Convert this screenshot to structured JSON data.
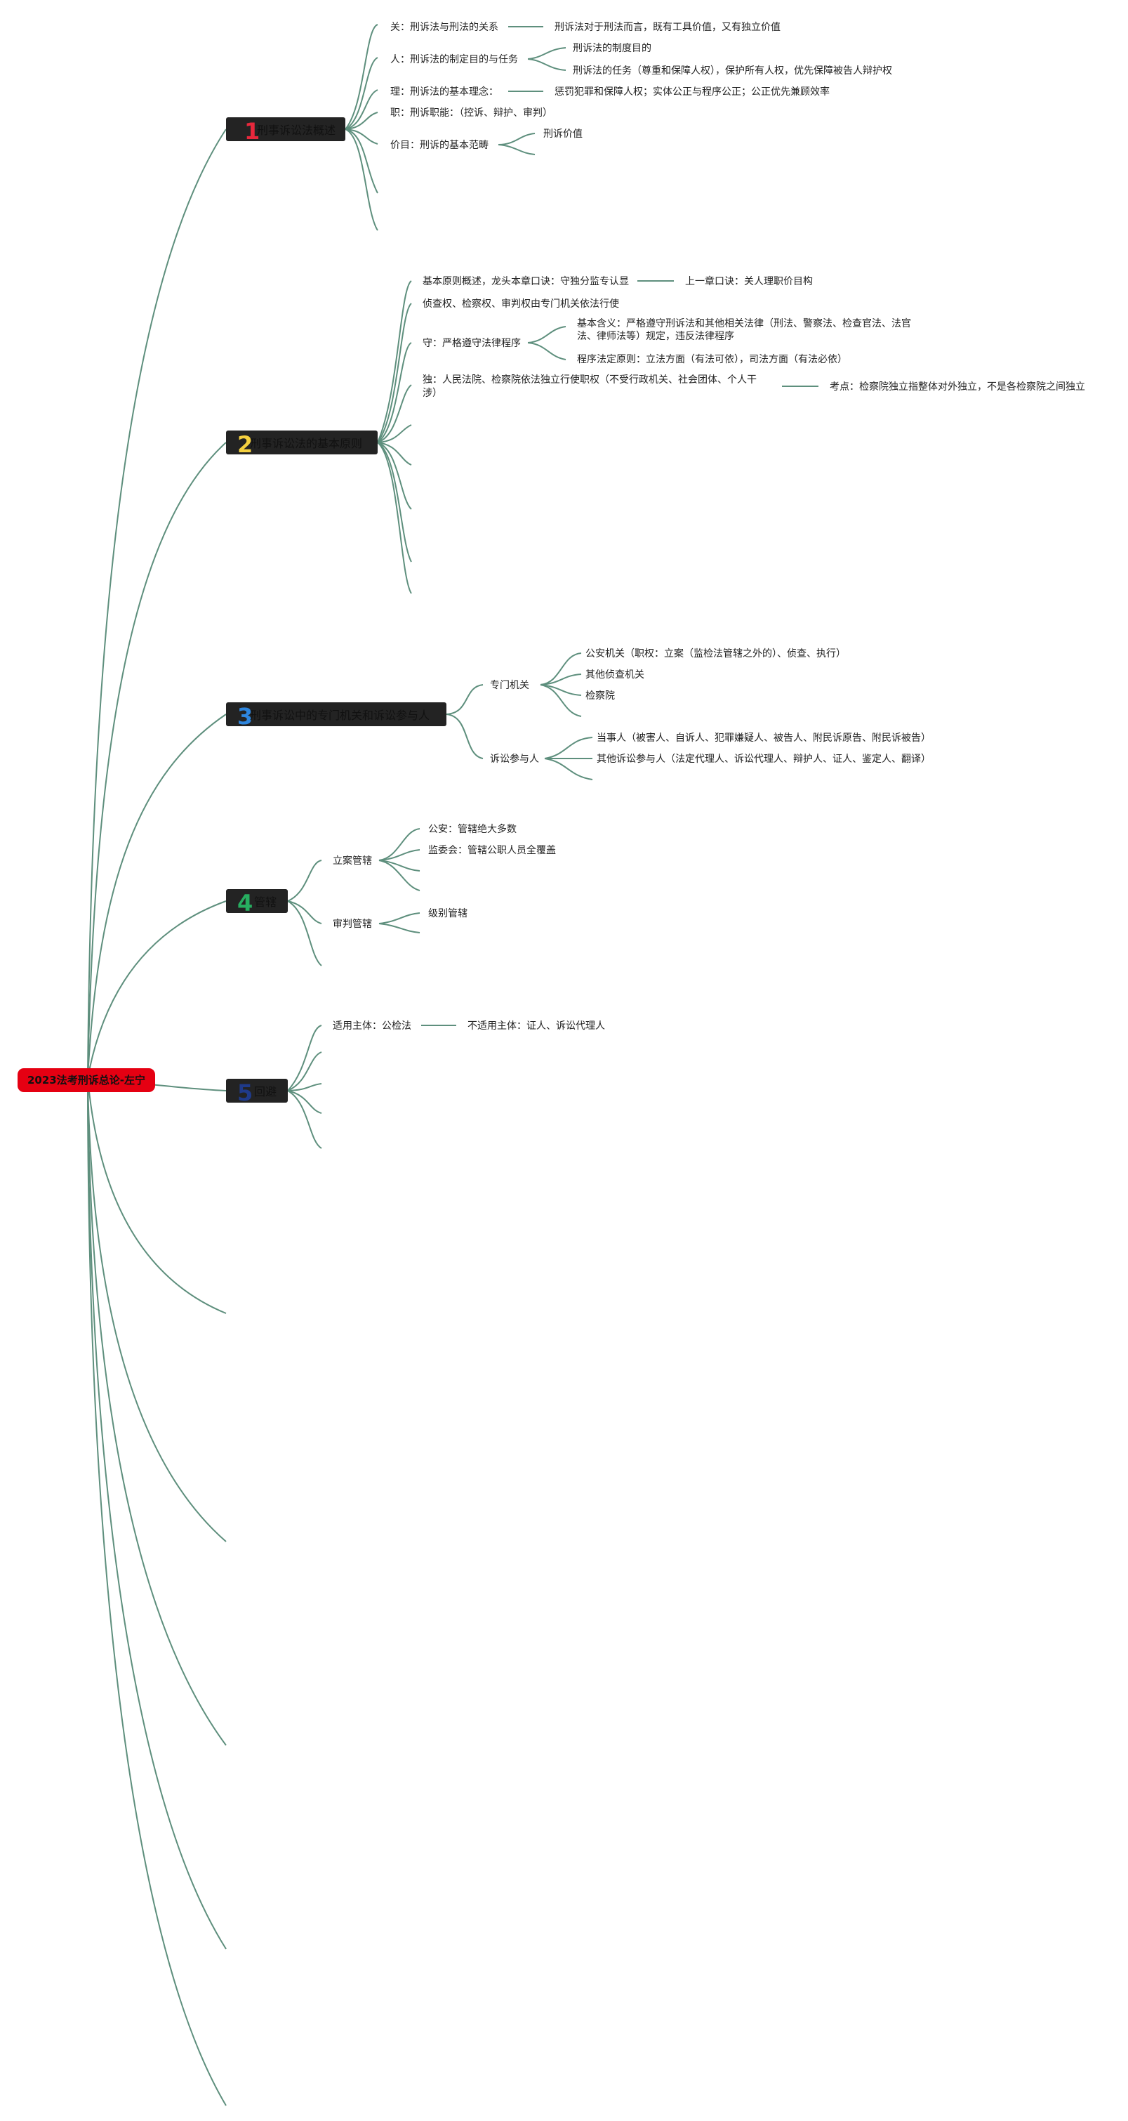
{
  "root": {
    "label": "2023法考刑诉总论-左宁",
    "color": "#e50012"
  },
  "topics": [
    {
      "num": "1",
      "num_color": "#e8283c",
      "label": "刑事诉讼法概述",
      "children": [
        {
          "label": "关：刑诉法与刑法的关系",
          "sub": [
            "刑诉法对于刑法而言，既有工具价值，又有独立价值"
          ]
        },
        {
          "label": "人：刑诉法的制定目的与任务",
          "sub": [
            "刑诉法的制度目的",
            "刑诉法的任务（尊重和保障人权），保护所有人权，优先保障被告人辩护权"
          ]
        },
        {
          "label": "理：刑诉法的基本理念：",
          "sub": [
            "惩罚犯罪和保障人权；实体公正与程序公正；公正优先兼顾效率"
          ]
        },
        {
          "label": "职：刑诉职能：（控诉、辩护、审判）",
          "sub": []
        },
        {
          "label": "价目：刑诉的基本范畴",
          "sub": [
            "刑诉价值"
          ]
        }
      ]
    },
    {
      "num": "2",
      "num_color": "#f4d03f",
      "label": "刑事诉讼法的基本原则",
      "children": [
        {
          "label": "基本原则概述，龙头本章口诀：守独分监专认显",
          "sub": [
            "上一章口诀：关人理职价目构"
          ]
        },
        {
          "label": "侦查权、检察权、审判权由专门机关依法行使",
          "sub": []
        },
        {
          "label": "守：严格遵守法律程序",
          "sub": [
            "基本含义：严格遵守刑诉法和其他相关法律（刑法、警察法、检查官法、法官",
            "法、律师法等）规定，违反法律程序",
            "程序法定原则：立法方面（有法可依），司法方面（有法必依）"
          ]
        },
        {
          "label": "独：人民法院、检察院依法独立行使职权（不受行政机关、社会团体、个人干",
          "label2": "涉）",
          "sub": [
            "考点：检察院独立指整体对外独立，不是各检察院之间独立"
          ]
        }
      ]
    },
    {
      "num": "3",
      "num_color": "#2e86de",
      "label": "刑事诉讼中的专门机关和诉讼参与人",
      "children": [
        {
          "label": "专门机关",
          "sub": [
            "公安机关（职权：立案（监检法管辖之外的）、侦查、执行）",
            "其他侦查机关",
            "检察院"
          ]
        },
        {
          "label": "诉讼参与人",
          "sub": [
            "当事人（被害人、自诉人、犯罪嫌疑人、被告人、附民诉原告、附民诉被告）",
            "其他诉讼参与人（法定代理人、诉讼代理人、辩护人、证人、鉴定人、翻译）"
          ]
        }
      ]
    },
    {
      "num": "4",
      "num_color": "#27ae60",
      "label": "管辖",
      "children": [
        {
          "label": "立案管辖",
          "sub": [
            "公安：管辖绝大多数",
            "监委会：管辖公职人员全覆盖"
          ]
        },
        {
          "label": "审判管辖",
          "sub": [
            "级别管辖"
          ]
        }
      ]
    },
    {
      "num": "5",
      "num_color": "#1f3a8a",
      "label": "回避",
      "children": [
        {
          "label": "适用主体：公检法",
          "sub": [
            "不适用主体：证人、诉讼代理人"
          ]
        }
      ]
    }
  ]
}
